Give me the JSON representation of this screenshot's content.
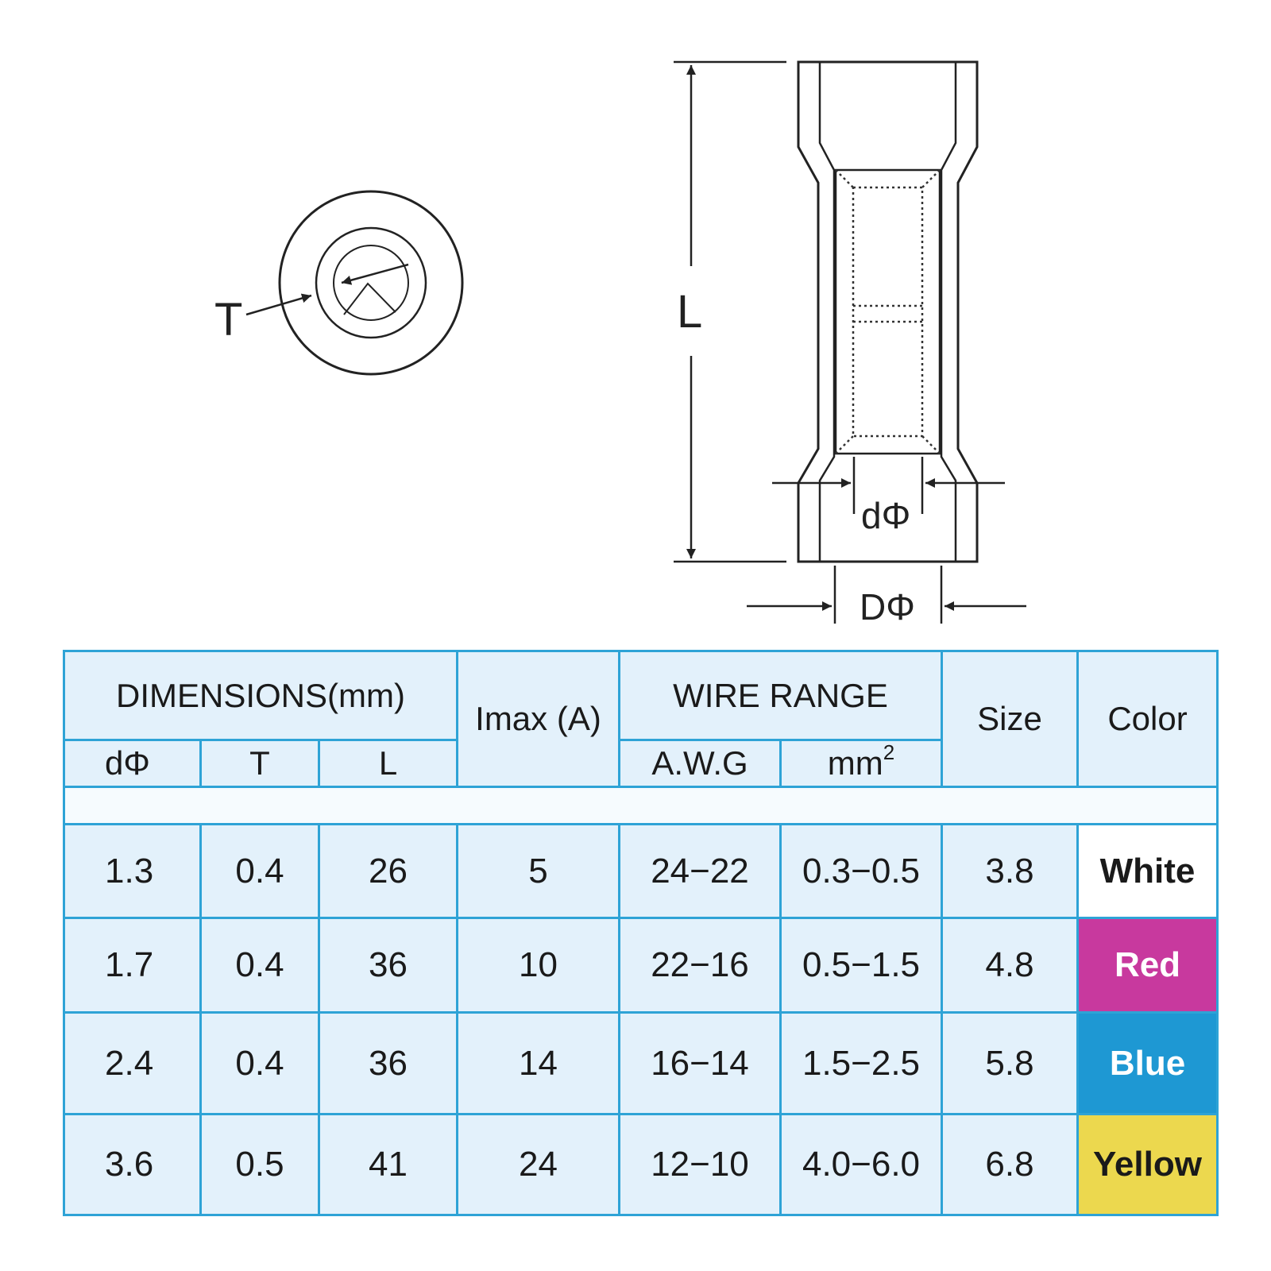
{
  "labels": {
    "t": "T",
    "l": "L",
    "d_inner": "dΦ",
    "d_outer": "DΦ"
  },
  "table": {
    "headers": {
      "dimensions": "DIMENSIONS(mm)",
      "imax": "Imax (A)",
      "wire_range": "WIRE RANGE",
      "size": "Size",
      "color": "Color",
      "d": "dΦ",
      "t": "T",
      "l": "L",
      "awg": "A.W.G",
      "mm2_base": "mm",
      "mm2_sup": "2"
    },
    "rows": [
      {
        "d": "1.3",
        "t": "0.4",
        "l": "26",
        "imax": "5",
        "awg": "24−22",
        "mm2": "0.3−0.5",
        "size": "3.8",
        "color": "White",
        "bg": "#ffffff",
        "fg": "#1a1a1a"
      },
      {
        "d": "1.7",
        "t": "0.4",
        "l": "36",
        "imax": "10",
        "awg": "22−16",
        "mm2": "0.5−1.5",
        "size": "4.8",
        "color": "Red",
        "bg": "#c8399e",
        "fg": "#ffffff"
      },
      {
        "d": "2.4",
        "t": "0.4",
        "l": "36",
        "imax": "14",
        "awg": "16−14",
        "mm2": "1.5−2.5",
        "size": "5.8",
        "color": "Blue",
        "bg": "#1e98d3",
        "fg": "#ffffff"
      },
      {
        "d": "3.6",
        "t": "0.5",
        "l": "41",
        "imax": "24",
        "awg": "12−10",
        "mm2": "4.0−6.0",
        "size": "6.8",
        "color": "Yellow",
        "bg": "#ecd84e",
        "fg": "#1a1a1a"
      }
    ]
  }
}
